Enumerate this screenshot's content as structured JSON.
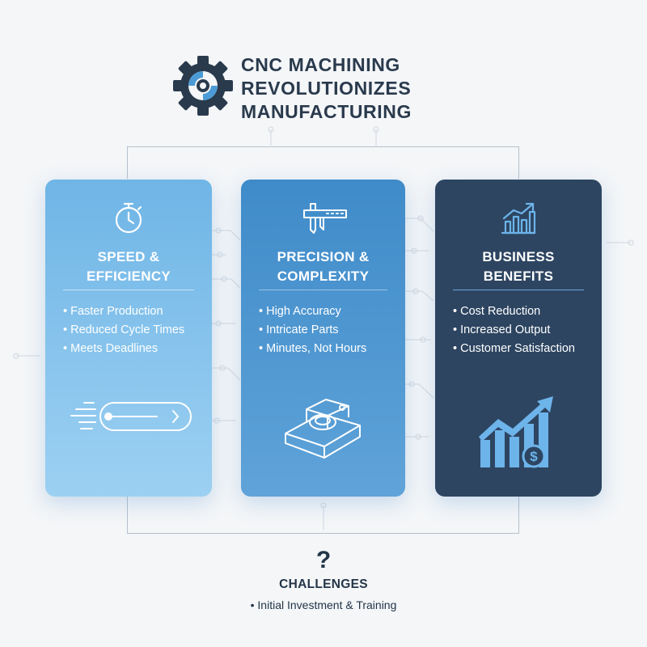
{
  "title": {
    "line1": "CNC MACHINING",
    "line2": "REVOLUTIONIZES",
    "line3": "MANUFACTURING"
  },
  "cards": [
    {
      "title_line1": "SPEED &",
      "title_line2": "EFFICIENCY",
      "items": [
        "Faster Production",
        "Reduced Cycle Times",
        "Meets Deadlines"
      ],
      "icon": "stopwatch-icon",
      "art": "conveyor-speed-icon",
      "color": "#6fb5e6"
    },
    {
      "title_line1": "PRECISION &",
      "title_line2": "COMPLEXITY",
      "items": [
        "High Accuracy",
        "Intricate Parts",
        "Minutes, Not Hours"
      ],
      "icon": "caliper-icon",
      "art": "machined-part-icon",
      "color": "#3f8bc9"
    },
    {
      "title_line1": "BUSINESS",
      "title_line2": "BENEFITS",
      "items": [
        "Cost Reduction",
        "Increased Output",
        "Customer Satisfaction"
      ],
      "icon": "growth-chart-icon",
      "art": "growth-dollar-icon",
      "color": "#2d4561"
    }
  ],
  "challenges": {
    "icon": "?",
    "title": "CHALLENGES",
    "items": [
      "Initial Investment & Training"
    ]
  },
  "colors": {
    "background": "#f4f6f8",
    "text_dark": "#2a3a4d",
    "accent_blue": "#6fb5e6",
    "mid_blue": "#3f8bc9",
    "navy": "#2d4561"
  }
}
